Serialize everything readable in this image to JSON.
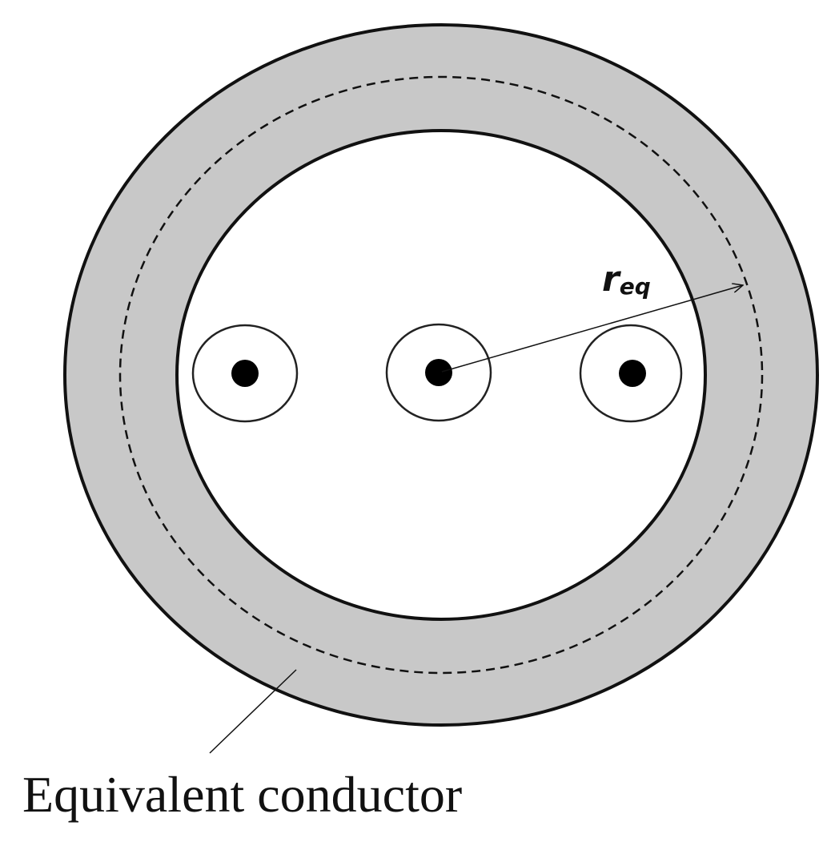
{
  "colors": {
    "ring_fill": "#c8c8c8",
    "stroke": "#111111",
    "background": "#ffffff"
  },
  "labels": {
    "radius_symbol": "r",
    "radius_subscript": "eq",
    "caption": "Equivalent conductor"
  },
  "conductors": [
    {
      "name": "left-conductor"
    },
    {
      "name": "center-conductor"
    },
    {
      "name": "right-conductor"
    }
  ]
}
